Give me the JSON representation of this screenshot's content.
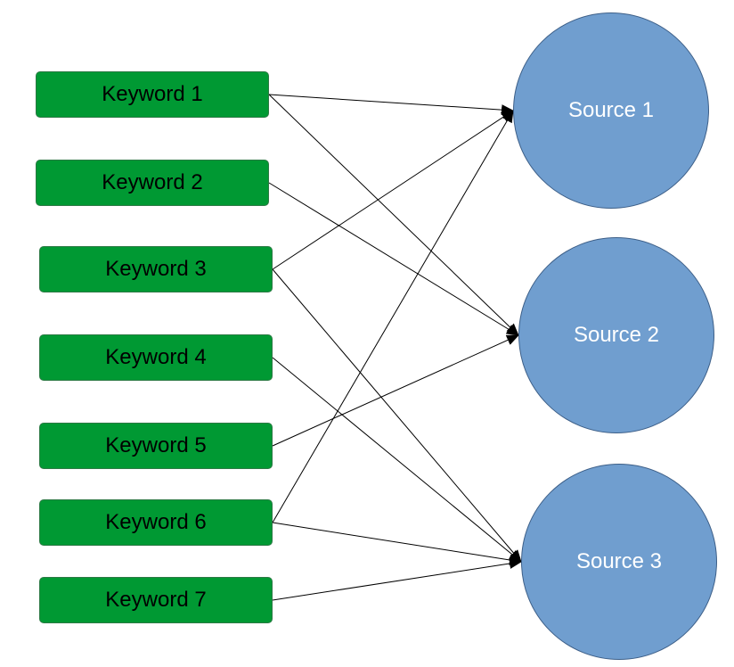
{
  "keywords": [
    {
      "id": "kw1",
      "label": "Keyword 1"
    },
    {
      "id": "kw2",
      "label": "Keyword 2"
    },
    {
      "id": "kw3",
      "label": "Keyword 3"
    },
    {
      "id": "kw4",
      "label": "Keyword 4"
    },
    {
      "id": "kw5",
      "label": "Keyword 5"
    },
    {
      "id": "kw6",
      "label": "Keyword 6"
    },
    {
      "id": "kw7",
      "label": "Keyword 7"
    }
  ],
  "sources": [
    {
      "id": "src1",
      "label": "Source 1"
    },
    {
      "id": "src2",
      "label": "Source 2"
    },
    {
      "id": "src3",
      "label": "Source 3"
    }
  ],
  "edges": [
    {
      "from": "kw1",
      "to": "src1"
    },
    {
      "from": "kw1",
      "to": "src2"
    },
    {
      "from": "kw2",
      "to": "src2"
    },
    {
      "from": "kw3",
      "to": "src1"
    },
    {
      "from": "kw3",
      "to": "src3"
    },
    {
      "from": "kw4",
      "to": "src3"
    },
    {
      "from": "kw5",
      "to": "src2"
    },
    {
      "from": "kw6",
      "to": "src1"
    },
    {
      "from": "kw6",
      "to": "src3"
    },
    {
      "from": "kw7",
      "to": "src3"
    }
  ],
  "colors": {
    "keyword_fill": "#009933",
    "source_fill": "#709ecf",
    "edge": "#000000"
  }
}
